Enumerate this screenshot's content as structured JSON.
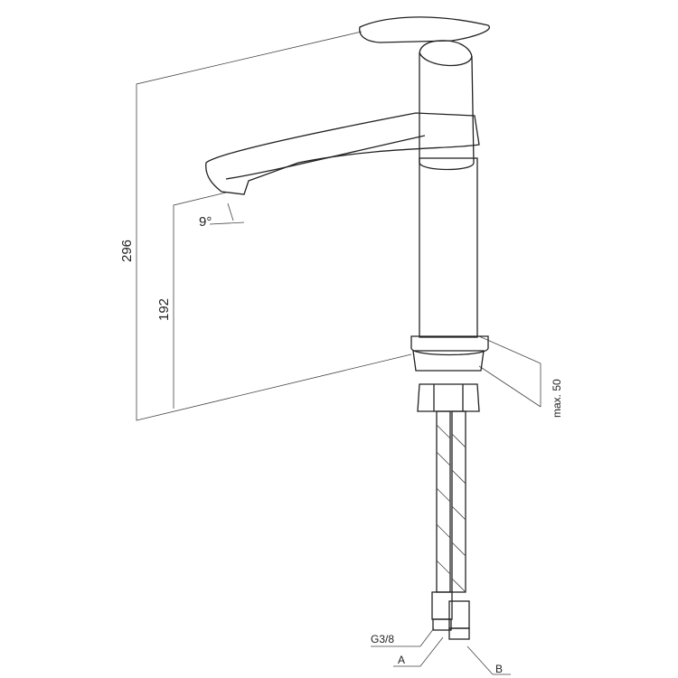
{
  "dimensions": {
    "total_height": "296",
    "spout_height": "192",
    "spout_angle": "9°",
    "max_thickness": "max. 50"
  },
  "connections": {
    "thread": "G3/8",
    "hose_a": "A",
    "hose_b": "B"
  }
}
